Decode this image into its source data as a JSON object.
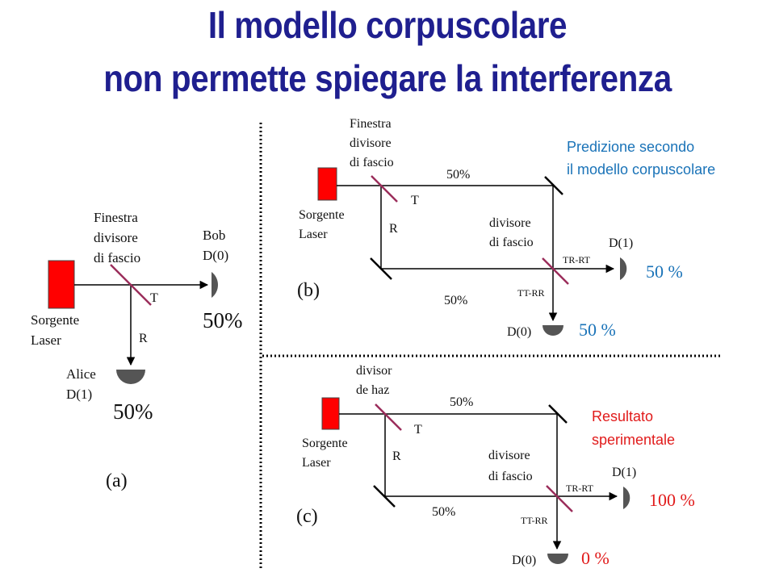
{
  "title": {
    "line1": "Il modello corpuscolare",
    "line2": "non permette spiegare la interferenza"
  },
  "colors": {
    "title": "#1f1f8f",
    "laser": "#ff0000",
    "splitter": "#9b2d5b",
    "detector": "#555555",
    "prediction": "#1a73b8",
    "result": "#e11b1b",
    "beam": "#000000"
  },
  "panel_a": {
    "label": "(a)",
    "source": [
      "Sorgente",
      "Laser"
    ],
    "splitter": [
      "Finestra",
      "divisore",
      "di fascio"
    ],
    "transmitted": "T",
    "reflected": "R",
    "bob": [
      "Bob",
      "D(0)"
    ],
    "bob_value": "50%",
    "alice": [
      "Alice",
      "D(1)"
    ],
    "alice_value": "50%"
  },
  "panel_b": {
    "label": "(b)",
    "source": [
      "Sorgente",
      "Laser"
    ],
    "splitter1": [
      "Finestra",
      "divisore",
      "di fascio"
    ],
    "transmitted": "T",
    "reflected": "R",
    "top_path": "50%",
    "bottom_path": "50%",
    "splitter2": [
      "divisore",
      "di fascio"
    ],
    "out_tr_rt": "TR-RT",
    "out_tt_rr": "TT-RR",
    "d1": "D(1)",
    "d1_value": "50 %",
    "d0": "D(0)",
    "d0_value": "50 %",
    "caption": [
      "Predizione secondo",
      "il modello corpuscolare"
    ]
  },
  "panel_c": {
    "label": "(c)",
    "source": [
      "Sorgente",
      "Laser"
    ],
    "splitter1": [
      "divisor",
      "de haz"
    ],
    "transmitted": "T",
    "reflected": "R",
    "top_path": "50%",
    "bottom_path": "50%",
    "splitter2": [
      "divisore",
      "di fascio"
    ],
    "out_tr_rt": "TR-RT",
    "out_tt_rr": "TT-RR",
    "d1": "D(1)",
    "d1_value": "100 %",
    "d0": "D(0)",
    "d0_value": "0 %",
    "caption": [
      "Resultato",
      "sperimentale"
    ]
  }
}
